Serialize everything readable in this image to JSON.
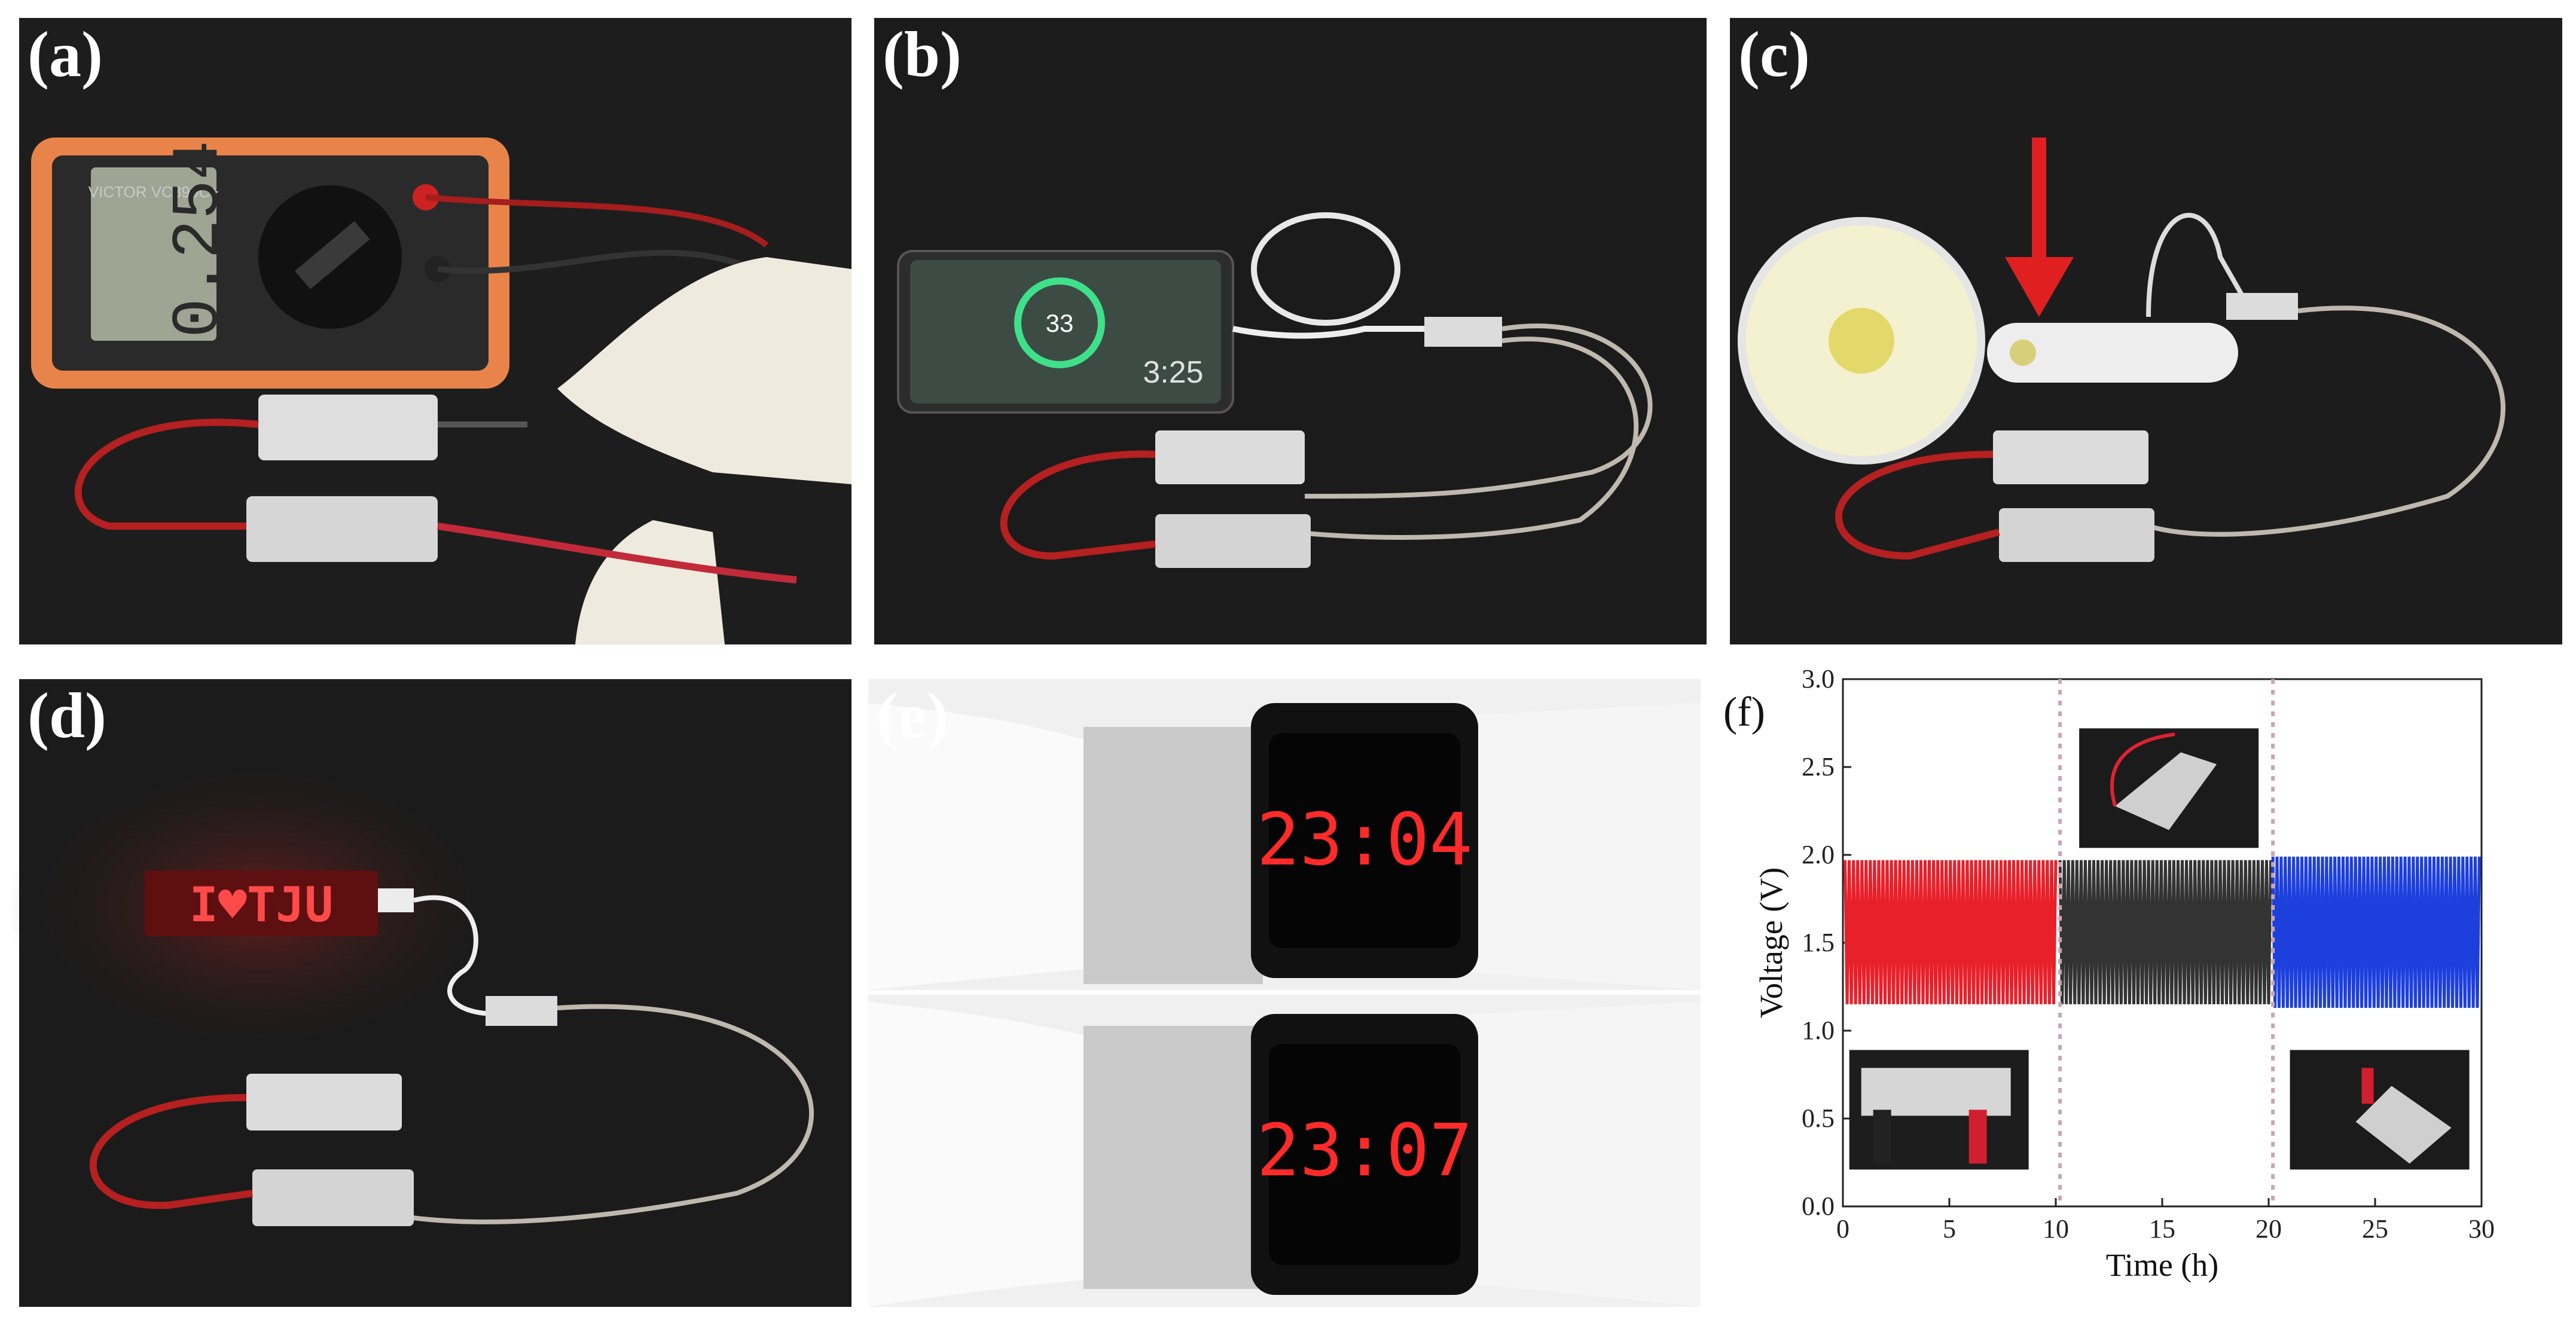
{
  "panels": {
    "a": {
      "label": "(a)",
      "meter_reading": "0.254",
      "meter_brand": "VICTOR VC890C+"
    },
    "b": {
      "label": "(b)",
      "phone_percent": "33",
      "phone_time": "3:25"
    },
    "c": {
      "label": "(c)"
    },
    "d": {
      "label": "(d)",
      "led_text": "I♥TJU"
    },
    "e": {
      "label": "(e)",
      "watch_time_top": "23:04",
      "watch_time_bottom": "23:07"
    },
    "f": {
      "label": "(f)"
    }
  },
  "chart_data": {
    "type": "line",
    "title": "",
    "xlabel": "Time (h)",
    "ylabel": "Voltage (V)",
    "xlim": [
      0,
      30
    ],
    "ylim": [
      0.0,
      3.0
    ],
    "xticks": [
      "0",
      "5",
      "10",
      "15",
      "20",
      "25",
      "30"
    ],
    "yticks": [
      "0.0",
      "0.5",
      "1.0",
      "1.5",
      "2.0",
      "2.5",
      "3.0"
    ],
    "grid": false,
    "legend": "none",
    "dividers_x": [
      10.2,
      20.2
    ],
    "series": [
      {
        "x_range": [
          0.1,
          10.0
        ],
        "min": 1.15,
        "max": 1.97,
        "cycles": 50,
        "color": "#e8202a"
      },
      {
        "x_range": [
          10.2,
          20.1
        ],
        "min": 1.15,
        "max": 1.97,
        "cycles": 50,
        "color": "#333333"
      },
      {
        "x_range": [
          20.2,
          29.9
        ],
        "min": 1.13,
        "max": 1.99,
        "cycles": 50,
        "color": "#1d3fdc"
      }
    ],
    "insets": [
      "bent-battery-photo-top",
      "flat-battery-photo-bottom-left",
      "folded-battery-photo-bottom-right"
    ]
  }
}
